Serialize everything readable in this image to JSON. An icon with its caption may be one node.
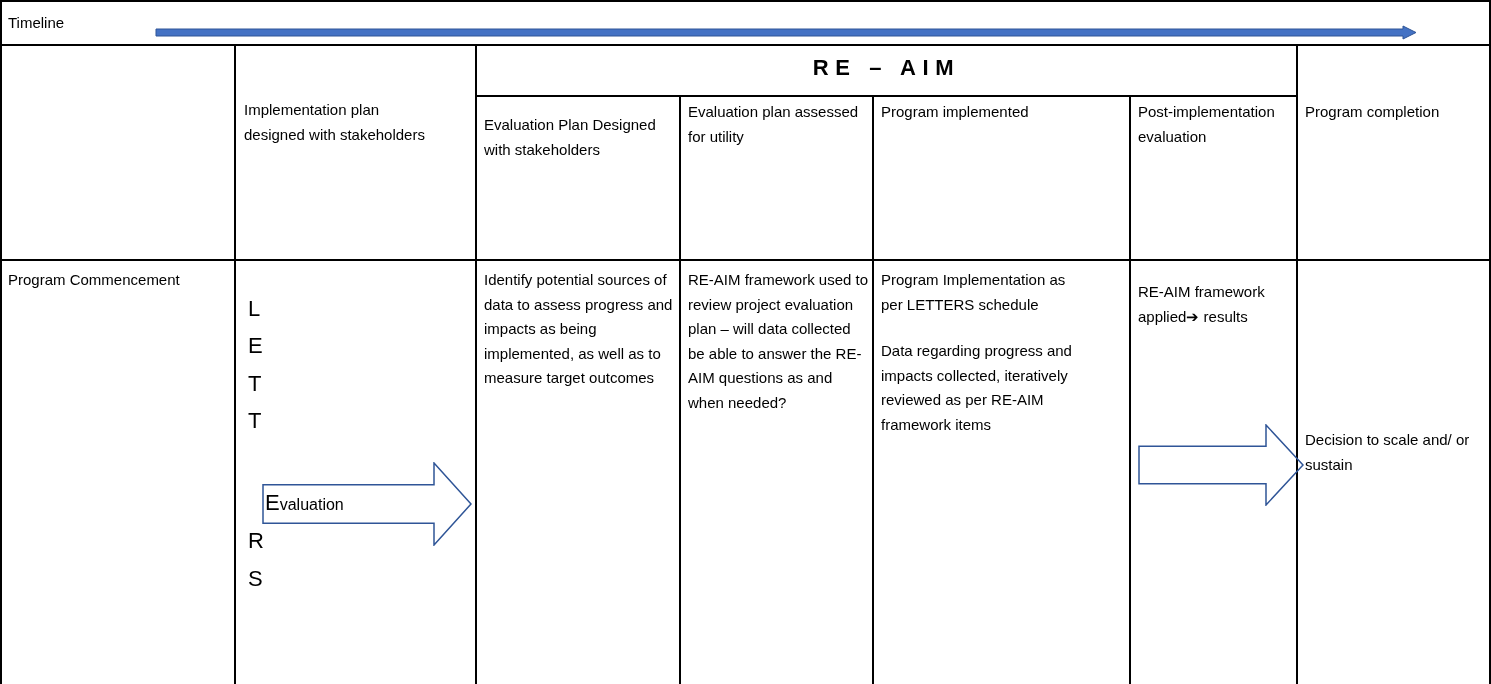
{
  "diagram": {
    "nodes": [
      {
        "text": [
          "Timeline"
        ]
      },
      {
        "text": [
          "Implementation plan designed with stakeholders"
        ]
      },
      {
        "text": [
          "RE – AIM"
        ]
      },
      {
        "text": [
          "Evaluation Plan Designed with stakeholders"
        ]
      },
      {
        "text": [
          "Evaluation plan assessed for utility"
        ]
      },
      {
        "text": [
          "Program implemented"
        ]
      },
      {
        "text": [
          "Post-implementation evaluation"
        ]
      },
      {
        "text": [
          "Program completion"
        ]
      },
      {
        "text": [
          "Program Commencement"
        ]
      },
      {
        "text": [
          "Evaluation"
        ]
      },
      {
        "text": [
          "Identify potential sources of data to assess progress and impacts as being implemented, as well as to measure target outcomes"
        ]
      },
      {
        "text": [
          "RE-AIM framework used to review project evaluation plan – will data collected be able to answer the RE-AIM questions as and when needed?"
        ]
      },
      {
        "text": [
          "Program Implementation as per LETTERS schedule",
          "Data regarding progress and impacts collected, iteratively reviewed as per RE-AIM framework items"
        ]
      },
      {
        "text": [
          "RE-AIM framework applied➔ results"
        ]
      },
      {
        "text": [
          "Decision to scale and/ or sustain"
        ]
      }
    ],
    "edges": [
      {
        "from": 13,
        "to": 14,
        "arrow": "to"
      }
    ],
    "labels": [
      "L",
      "E",
      "T",
      "T",
      "R",
      "S"
    ]
  }
}
